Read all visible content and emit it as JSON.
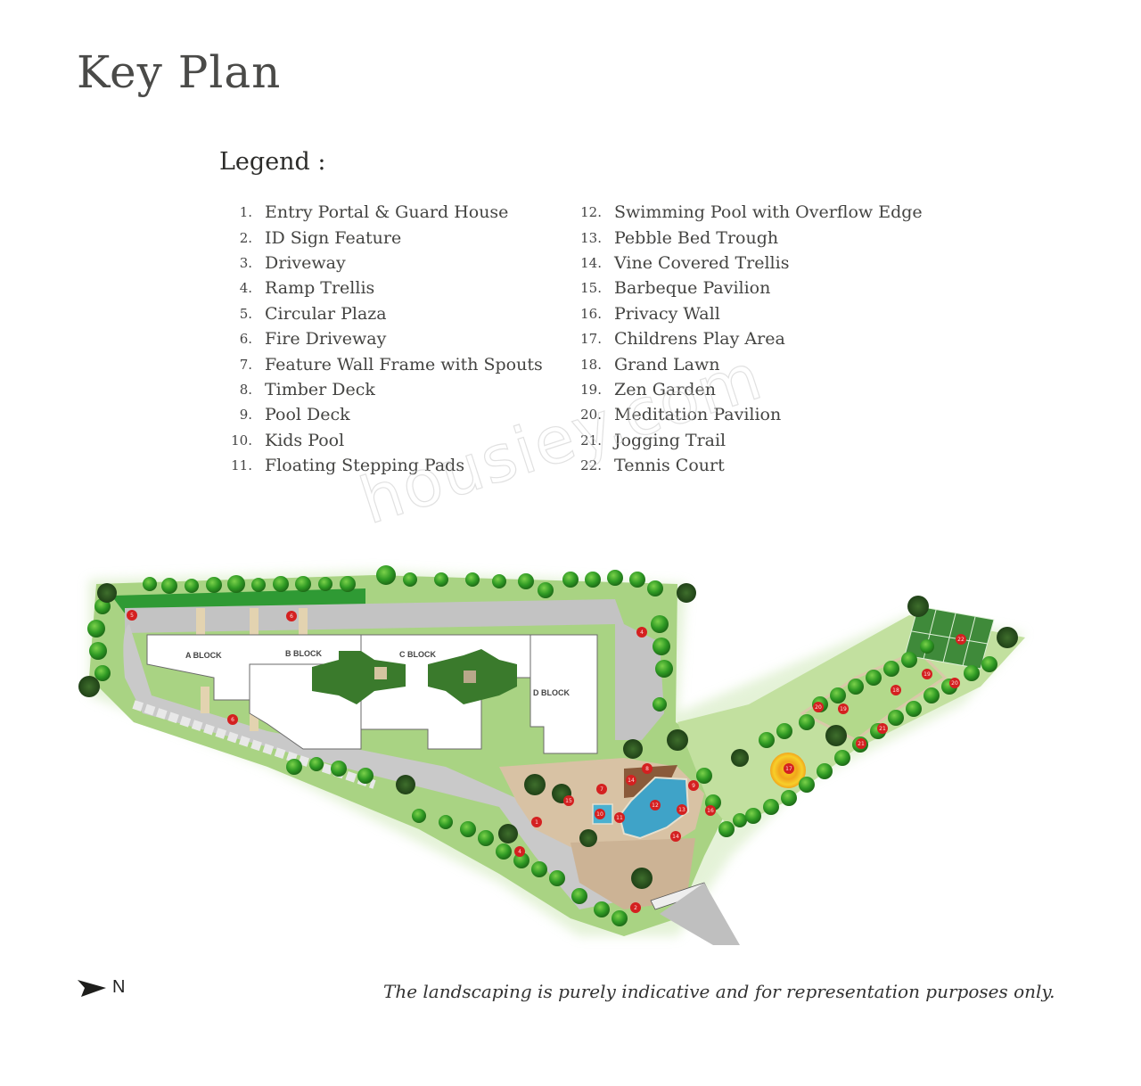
{
  "page": {
    "title": "Key Plan",
    "legend_heading": "Legend :",
    "watermark": "housiey.com",
    "disclaimer": "The landscaping is purely indicative and for representation purposes only.",
    "north_label": "N"
  },
  "legend": {
    "left": [
      {
        "num": "1.",
        "label": "Entry Portal & Guard House"
      },
      {
        "num": "2.",
        "label": "ID Sign Feature"
      },
      {
        "num": "3.",
        "label": "Driveway"
      },
      {
        "num": "4.",
        "label": "Ramp Trellis"
      },
      {
        "num": "5.",
        "label": "Circular Plaza"
      },
      {
        "num": "6.",
        "label": "Fire Driveway"
      },
      {
        "num": "7.",
        "label": "Feature Wall Frame with Spouts"
      },
      {
        "num": "8.",
        "label": "Timber Deck"
      },
      {
        "num": "9.",
        "label": "Pool Deck"
      },
      {
        "num": "10.",
        "label": "Kids Pool"
      },
      {
        "num": "11.",
        "label": "Floating Stepping Pads"
      }
    ],
    "right": [
      {
        "num": "12.",
        "label": "Swimming Pool with Overflow Edge"
      },
      {
        "num": "13.",
        "label": "Pebble Bed Trough"
      },
      {
        "num": "14.",
        "label": "Vine Covered Trellis"
      },
      {
        "num": "15.",
        "label": "Barbeque Pavilion"
      },
      {
        "num": "16.",
        "label": "Privacy Wall"
      },
      {
        "num": "17.",
        "label": "Childrens Play Area"
      },
      {
        "num": "18.",
        "label": "Grand Lawn"
      },
      {
        "num": "19.",
        "label": "Zen Garden"
      },
      {
        "num": "20.",
        "label": "Meditation Pavilion"
      },
      {
        "num": "21.",
        "label": "Jogging Trail"
      },
      {
        "num": "22.",
        "label": "Tennis Court"
      }
    ]
  },
  "map": {
    "blocks": {
      "a": "A BLOCK",
      "b": "B BLOCK",
      "c": "C BLOCK",
      "d": "D BLOCK"
    },
    "markers": [
      "5",
      "6",
      "6",
      "4",
      "8",
      "7",
      "14",
      "9",
      "15",
      "12",
      "13",
      "10",
      "11",
      "16",
      "14",
      "1",
      "4",
      "2",
      "17",
      "20",
      "19",
      "18",
      "21",
      "21",
      "19",
      "20",
      "22"
    ],
    "colors": {
      "marker": "#d42020",
      "pool": "#3fa3c8",
      "lawn": "#b9dc8f",
      "tree": "#3a9a2a",
      "paving": "#cbb79a",
      "road": "#bdbdbd",
      "building": "#ffffff",
      "play_area": "#f2a51c",
      "tennis": "#3f8a3a"
    }
  }
}
